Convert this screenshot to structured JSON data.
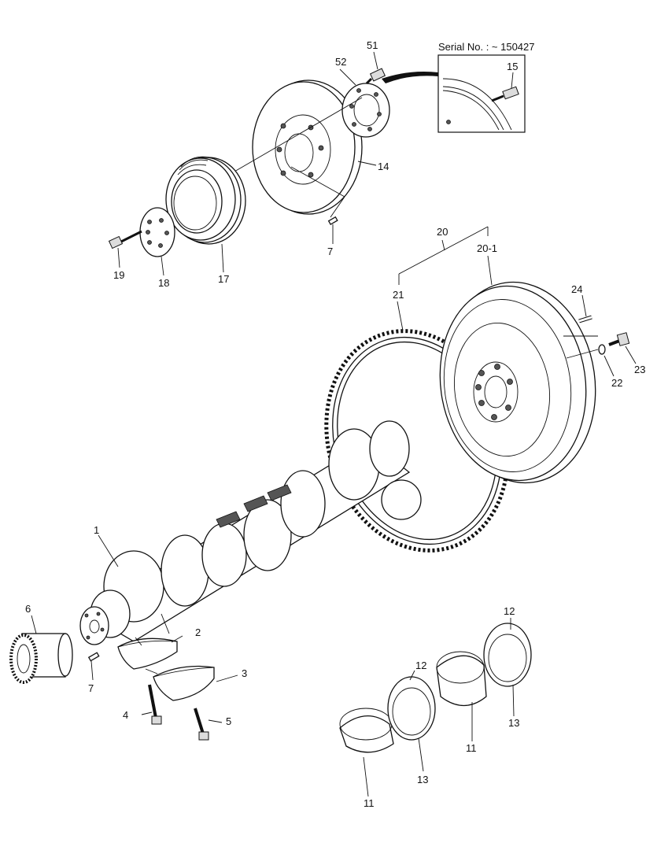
{
  "inset": {
    "serial_label": "Serial No. : ~ 150427"
  },
  "labels": {
    "p1": "1",
    "p2": "2",
    "p3": "3",
    "p4": "4",
    "p5": "5",
    "p6": "6",
    "p7a": "7",
    "p7b": "7",
    "p11a": "11",
    "p11b": "11",
    "p12a": "12",
    "p12b": "12",
    "p13a": "13",
    "p13b": "13",
    "p14": "14",
    "p15": "15",
    "p17": "17",
    "p18": "18",
    "p19": "19",
    "p20": "20",
    "p20_1": "20-1",
    "p21": "21",
    "p22": "22",
    "p23": "23",
    "p24": "24",
    "p51": "51",
    "p52": "52"
  }
}
